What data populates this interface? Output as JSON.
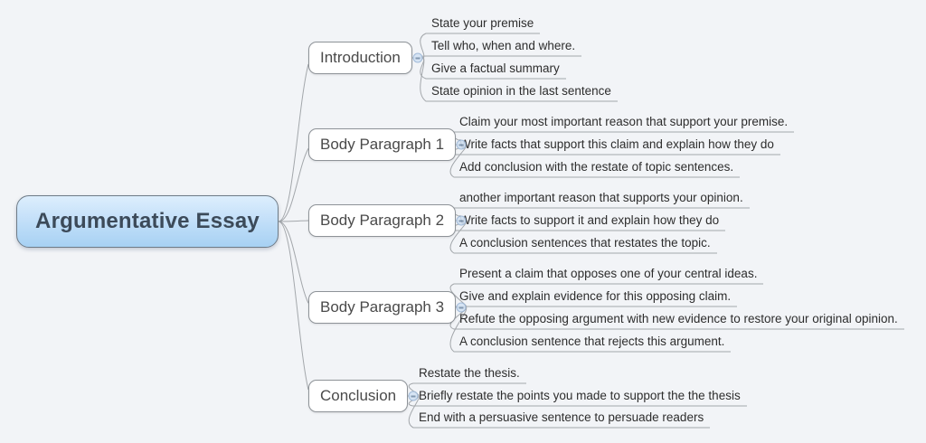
{
  "root": {
    "label": "Argumentative Essay"
  },
  "branches": [
    {
      "label": "Introduction",
      "children": [
        "State your premise",
        "Tell who, when and where.",
        "Give a factual summary",
        "State opinion in the last sentence"
      ]
    },
    {
      "label": "Body Paragraph 1",
      "children": [
        "Claim your most important reason that support your premise.",
        "Write facts that support this claim and explain how they do",
        "Add conclusion with the restate of topic sentences."
      ]
    },
    {
      "label": "Body Paragraph 2",
      "children": [
        "another important reason that supports your opinion.",
        "Write facts to support it and explain how they do",
        "A conclusion sentences that restates the topic."
      ]
    },
    {
      "label": "Body Paragraph 3",
      "children": [
        "Present a claim that opposes one of your central ideas.",
        "Give and explain evidence for this opposing claim.",
        "Refute the opposing argument with new evidence to restore your original opinion.",
        "A conclusion sentence that rejects this argument."
      ]
    },
    {
      "label": "Conclusion",
      "children": [
        "Restate the thesis.",
        "Briefly restate the points you made to support the the thesis",
        "End with a persuasive sentence to persuade readers"
      ]
    }
  ],
  "icons": {
    "collapse_toggle": "minus-icon"
  },
  "colors": {
    "background": "#f2f4f7",
    "line": "#a3a7ab",
    "rootFillTop": "#ddeefd",
    "rootFillBottom": "#a7d1f3",
    "rootBorder": "#6e7b87",
    "rootText": "#3c4a59",
    "nodeBorder": "#8e9398",
    "nodeText": "#4a4a4a",
    "leafText": "#2d2d2d",
    "toggleFill": "#d3e3f4",
    "toggleBorder": "#9ab5d6",
    "toggleDash": "#7b92ad"
  }
}
